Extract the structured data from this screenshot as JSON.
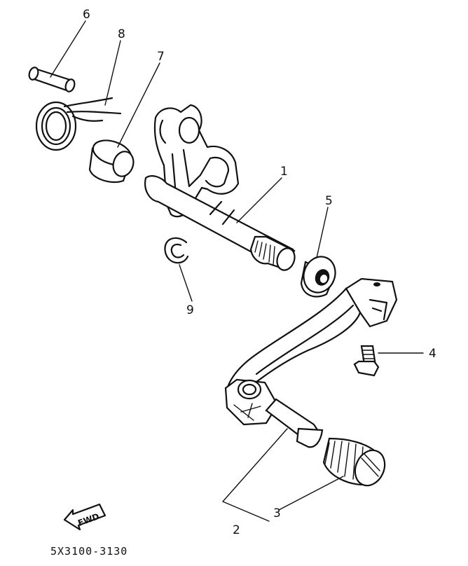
{
  "callouts": {
    "c1": "1",
    "c2": "2",
    "c3": "3",
    "c4": "4",
    "c5": "5",
    "c6": "6",
    "c7": "7",
    "c8": "8",
    "c9": "9"
  },
  "fwd_label": "FWD",
  "drawing_code": "5X3100-3130"
}
